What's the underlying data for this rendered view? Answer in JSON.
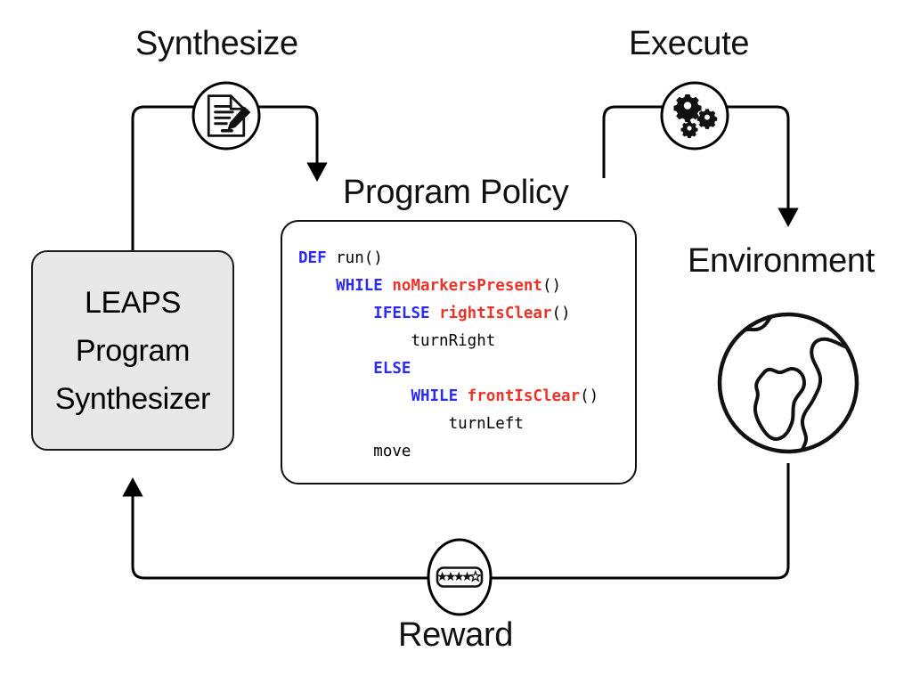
{
  "diagram": {
    "title": "LEAPS program synthesis reinforcement learning loop",
    "background_color": "#ffffff"
  },
  "labels": {
    "synthesize": "Synthesize",
    "execute": "Execute",
    "program_policy": "Program Policy",
    "environment": "Environment",
    "reward": "Reward"
  },
  "leaps_box": {
    "lines": [
      "LEAPS",
      "Program",
      "Synthesizer"
    ],
    "fill_color": "#e8e8e8",
    "border_color": "#1a1a1a"
  },
  "program_policy": {
    "border_color": "#111111",
    "keyword_color": "#2b2bf5",
    "predicate_color": "#e8342a",
    "action_color": "#000000",
    "code": [
      {
        "indent": 0,
        "tokens": [
          {
            "text": "DEF",
            "type": "keyword"
          },
          {
            "text": " run()",
            "type": "action"
          }
        ]
      },
      {
        "indent": 1,
        "tokens": [
          {
            "text": "WHILE",
            "type": "keyword"
          },
          {
            "text": " ",
            "type": "action"
          },
          {
            "text": "noMarkersPresent",
            "type": "predicate"
          },
          {
            "text": "()",
            "type": "action"
          }
        ]
      },
      {
        "indent": 2,
        "tokens": [
          {
            "text": "IFELSE",
            "type": "keyword"
          },
          {
            "text": " ",
            "type": "action"
          },
          {
            "text": "rightIsClear",
            "type": "predicate"
          },
          {
            "text": "()",
            "type": "action"
          }
        ]
      },
      {
        "indent": 3,
        "tokens": [
          {
            "text": "turnRight",
            "type": "action"
          }
        ]
      },
      {
        "indent": 2,
        "tokens": [
          {
            "text": "ELSE",
            "type": "keyword"
          }
        ]
      },
      {
        "indent": 3,
        "tokens": [
          {
            "text": "WHILE",
            "type": "keyword"
          },
          {
            "text": " ",
            "type": "action"
          },
          {
            "text": "frontIsClear",
            "type": "predicate"
          },
          {
            "text": "()",
            "type": "action"
          }
        ]
      },
      {
        "indent": 4,
        "tokens": [
          {
            "text": "turnLeft",
            "type": "action"
          }
        ]
      },
      {
        "indent": 2,
        "tokens": [
          {
            "text": "move",
            "type": "action"
          }
        ]
      }
    ]
  },
  "icons": {
    "synthesize": {
      "name": "document-with-pencil-icon",
      "on_edge": "leaps-to-program-policy"
    },
    "execute": {
      "name": "gears-icon",
      "on_edge": "program-policy-to-environment"
    },
    "reward": {
      "name": "star-rating-icon",
      "on_edge": "environment-to-leaps",
      "stars_filled": 4,
      "stars_total": 5
    },
    "environment": {
      "name": "globe-icon"
    }
  },
  "edges": [
    {
      "name": "leaps-to-program-policy",
      "from": "LEAPS Program Synthesizer",
      "to": "Program Policy",
      "label": "Synthesize"
    },
    {
      "name": "program-policy-to-environment",
      "from": "Program Policy",
      "to": "Environment",
      "label": "Execute"
    },
    {
      "name": "environment-to-leaps",
      "from": "Environment",
      "to": "LEAPS Program Synthesizer",
      "label": "Reward"
    }
  ]
}
